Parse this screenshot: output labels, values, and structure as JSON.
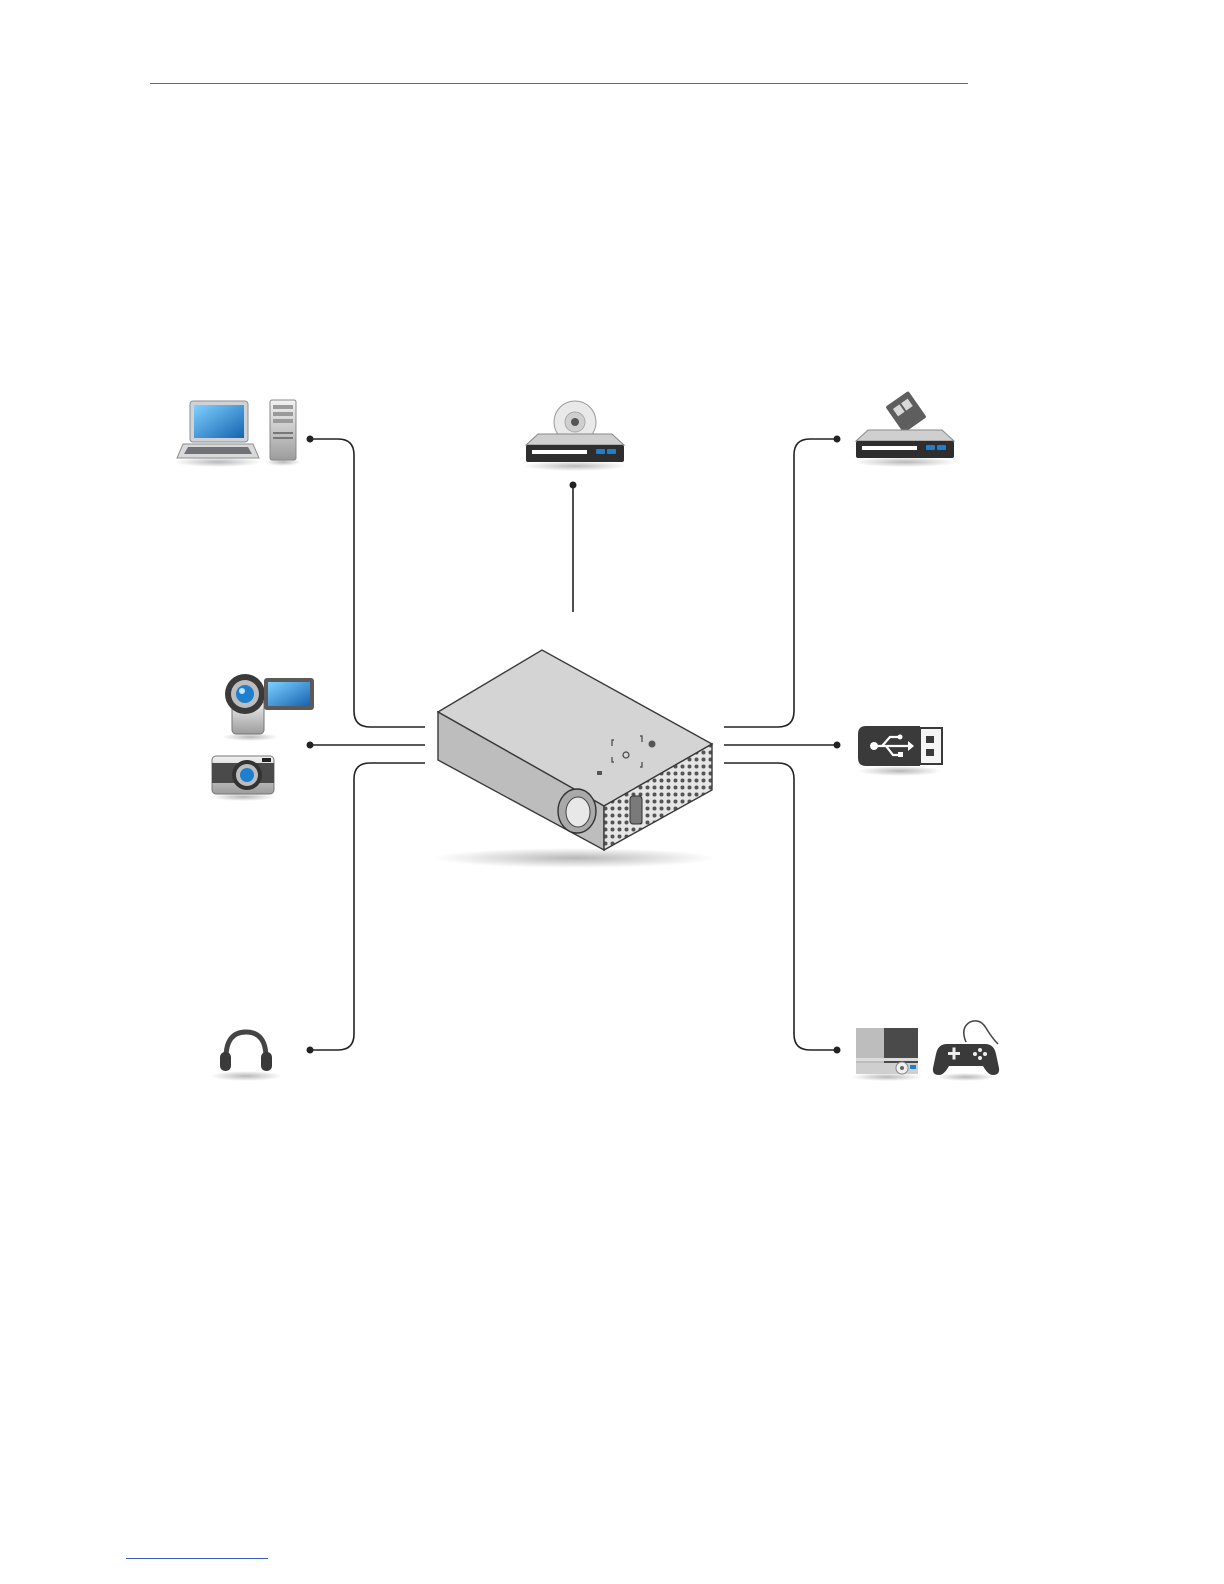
{
  "colors": {
    "header_rule": "#c8386e",
    "footer_rule": "#3a5bc0",
    "connector": "#222222",
    "device_body": "#bfbfbf",
    "device_dark": "#444444",
    "lens_blue": "#1e7fcf"
  },
  "diagram": {
    "center_device": "projector-icon",
    "devices": [
      {
        "id": "computer",
        "icons": [
          "laptop-icon",
          "desktop-tower-icon"
        ]
      },
      {
        "id": "dvd-player",
        "icons": [
          "dvd-player-icon"
        ]
      },
      {
        "id": "set-top-box",
        "icons": [
          "set-top-box-icon"
        ]
      },
      {
        "id": "camera",
        "icons": [
          "camcorder-icon",
          "digital-camera-icon"
        ]
      },
      {
        "id": "usb",
        "icons": [
          "usb-drive-icon"
        ]
      },
      {
        "id": "headphones",
        "icons": [
          "headphones-icon"
        ]
      },
      {
        "id": "game-console",
        "icons": [
          "game-console-icon",
          "gamepad-icon"
        ]
      }
    ]
  }
}
